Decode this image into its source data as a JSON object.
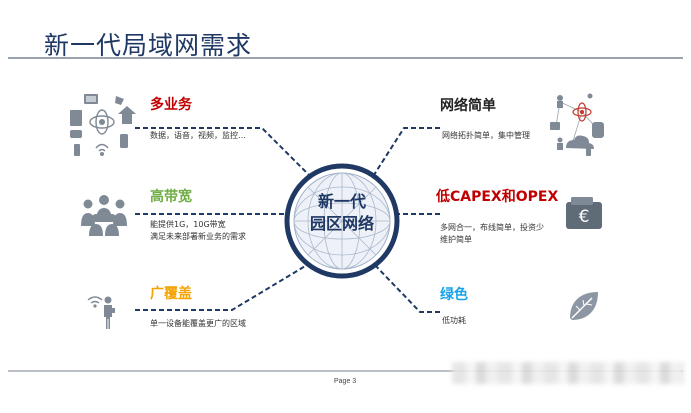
{
  "title": "新一代局域网需求",
  "hub": {
    "line1": "新一代",
    "line2": "园区网络"
  },
  "left": [
    {
      "heading": "多业务",
      "desc1": "数据，语音，视频，监控…",
      "desc2": "",
      "color": "#c00000"
    },
    {
      "heading": "高带宽",
      "desc1": "能提供1G，10G带宽",
      "desc2": "满足未来部署新业务的需求",
      "color": "#70ad47"
    },
    {
      "heading": "广覆盖",
      "desc1": "单一设备能覆盖更广的区域",
      "desc2": "",
      "color": "#f4a300"
    }
  ],
  "right": [
    {
      "heading": "网络简单",
      "desc1": "网络拓扑简单，集中管理",
      "desc2": "",
      "color": "#222222"
    },
    {
      "heading": "低CAPEX和OPEX",
      "desc1": "多网合一，布线简单，投资少",
      "desc2": "维护简单",
      "color": "#c00000"
    },
    {
      "heading": "绿色",
      "desc1": "低功耗",
      "desc2": "",
      "color": "#1aa3e8"
    }
  ],
  "icons": {
    "multi_service": "multi-service-devices-icon",
    "bandwidth": "people-group-icon",
    "coverage": "person-wifi-icon",
    "simple_network": "network-topology-icon",
    "capex": "euro-wallet-icon",
    "green": "leaf-icon"
  },
  "footer": {
    "page": "Page 3"
  },
  "colors": {
    "accent": "#1f3864",
    "connector": "#1f3864"
  }
}
